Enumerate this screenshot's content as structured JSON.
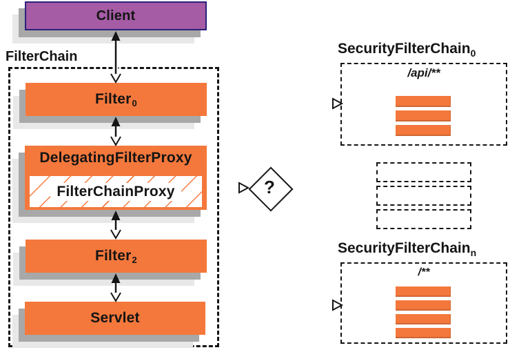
{
  "colors": {
    "orange": "#f4783c",
    "purple": "#a55ca5",
    "navy": "#28217a",
    "shadow_mid": "#a8a8a8",
    "shadow_light": "#e8e8e8",
    "ink": "#141414"
  },
  "client": {
    "label": "Client"
  },
  "filter_chain": {
    "label": "FilterChain",
    "nodes": {
      "filter0": {
        "label": "Filter",
        "sub": "0"
      },
      "delegating_filter_proxy": {
        "label": "DelegatingFilterProxy"
      },
      "filter_chain_proxy": {
        "label": "FilterChainProxy"
      },
      "filter2": {
        "label": "Filter",
        "sub": "2"
      },
      "servlet": {
        "label": "Servlet"
      }
    }
  },
  "decision": {
    "label": "?"
  },
  "security_filter_chains": [
    {
      "name": "SecurityFilterChain",
      "sub": "0",
      "url_pattern": "/api/**",
      "filters_count": 3
    },
    {
      "name": "SecurityFilterChain",
      "sub": "n",
      "url_pattern": "/**",
      "filters_count": 4
    }
  ],
  "ellipsis_placeholder_count": 3
}
